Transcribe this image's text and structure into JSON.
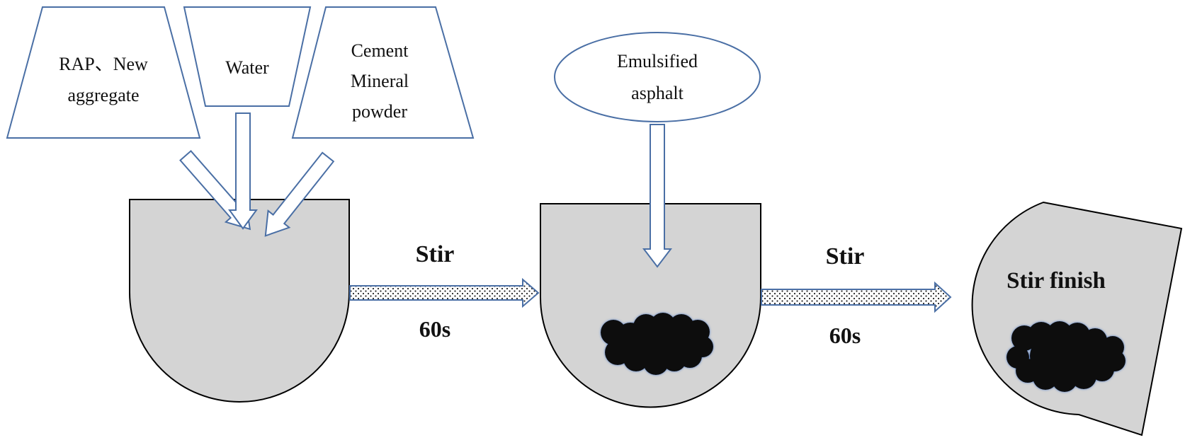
{
  "inputs": {
    "hopper_1": {
      "line1": "RAP、New",
      "line2": "aggregate"
    },
    "hopper_2": {
      "line1": "Water"
    },
    "hopper_3": {
      "line1": "Cement",
      "line2": "Mineral",
      "line3": "powder"
    },
    "ellipse": {
      "line1": "Emulsified",
      "line2": "asphalt"
    }
  },
  "steps": {
    "step_1": {
      "action": "Stir",
      "duration": "60s"
    },
    "step_2": {
      "action": "Stir",
      "duration": "60s"
    }
  },
  "final": {
    "label": "Stir finish"
  },
  "colors": {
    "stroke_blue": "#4a6fa5",
    "vessel_fill": "#d4d4d4",
    "vessel_stroke": "#000000",
    "blob": "#0a0a0a"
  }
}
